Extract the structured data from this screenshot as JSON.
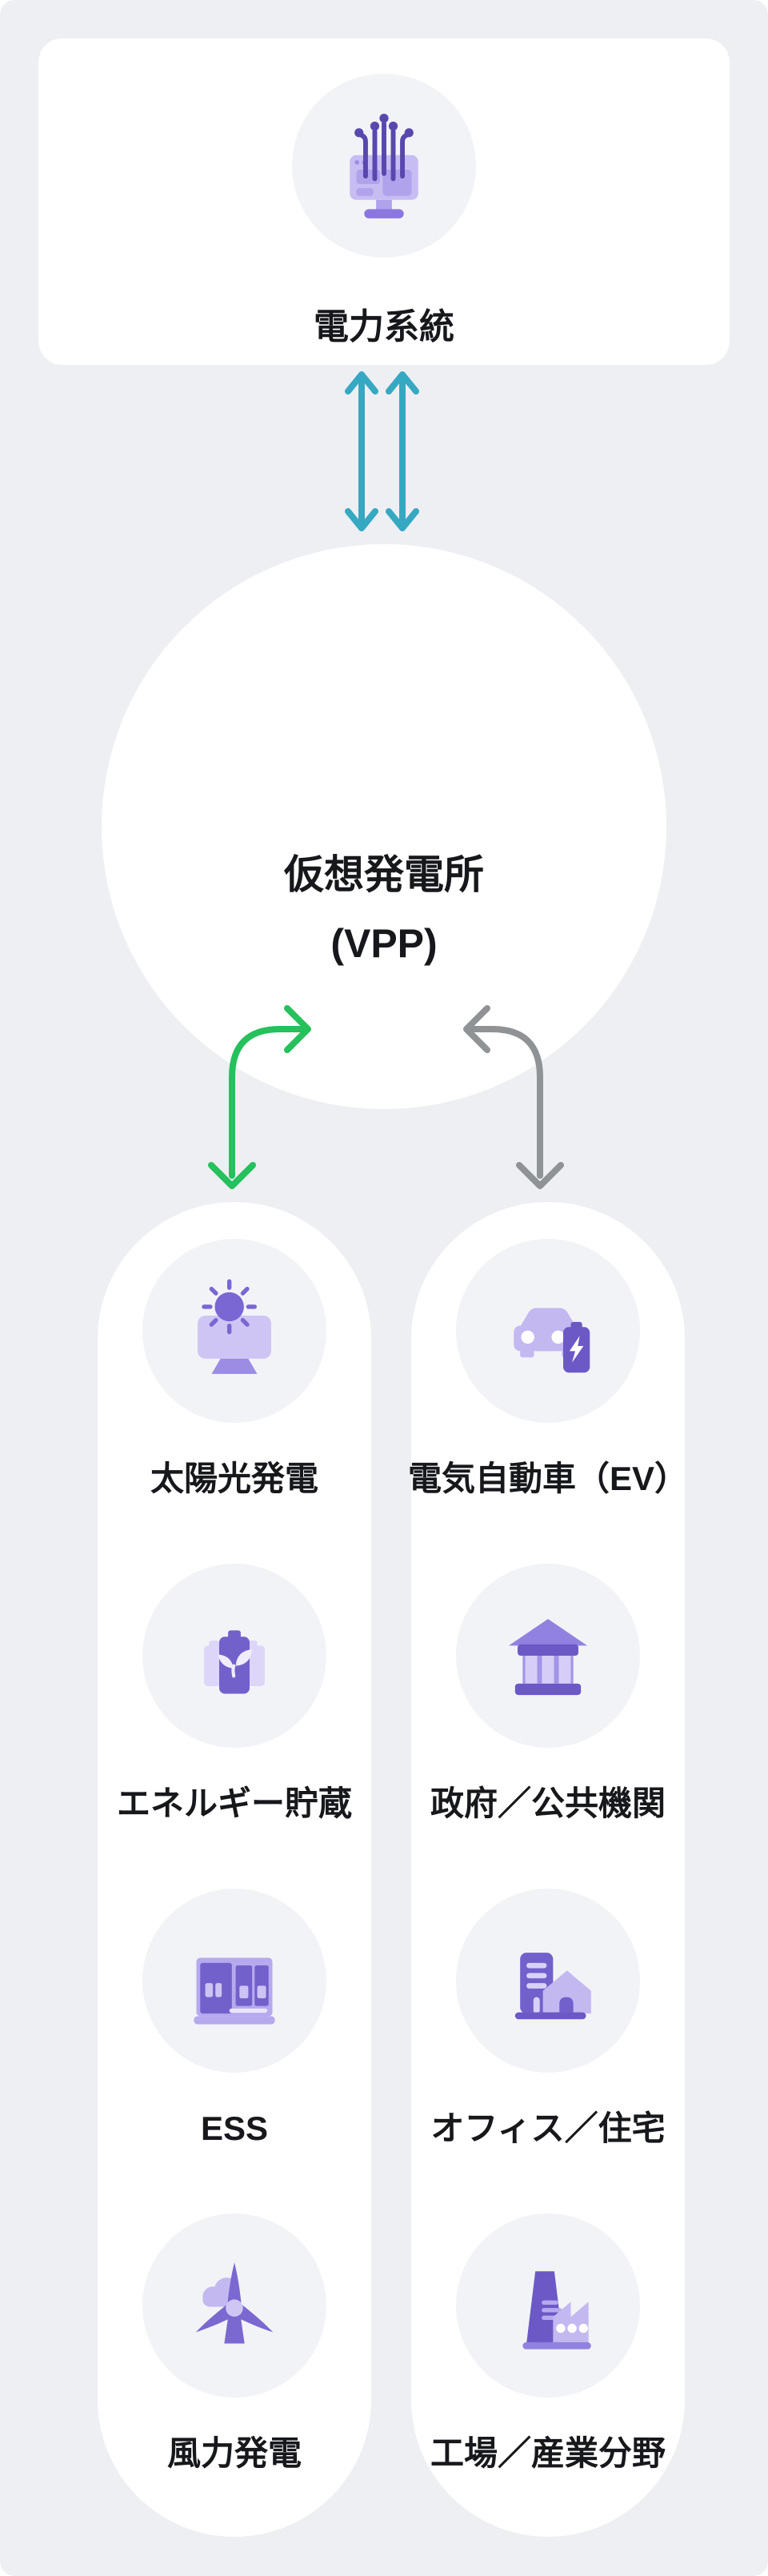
{
  "colors": {
    "page_background": "#ffffff",
    "panel_background": "#edeff3",
    "card_background": "#ffffff",
    "icon_circle_background": "#f2f3f7",
    "text": "#17181c",
    "grid_link_arrows": "#36a8c2",
    "supply_arrow": "#26c05c",
    "demand_arrow": "#909396",
    "purple_lightest": "#ddd6f8",
    "purple_light": "#c4b8f1",
    "purple_mid_light": "#b1a2ec",
    "purple_mid": "#9181e0",
    "purple_dark": "#7261cb",
    "purple_darkest": "#5848ae"
  },
  "grid_card": {
    "label": "電力系統",
    "icon": "smart-grid-icon"
  },
  "grid_link": {
    "type": "two-bidirectional-vertical-arrows",
    "color": "#36a8c2"
  },
  "vpp": {
    "name_line1": "仮想発電所",
    "name_line2": "(VPP)"
  },
  "flows": {
    "left_arrow": {
      "icon": "supply-arrow",
      "color": "#26c05c",
      "heads": [
        "right-into-vpp",
        "down-into-left-column"
      ]
    },
    "right_arrow": {
      "icon": "demand-arrow",
      "color": "#909396",
      "heads": [
        "left-into-vpp",
        "down-into-right-column"
      ]
    }
  },
  "columns": {
    "left": {
      "nodes": [
        {
          "label": "太陽光発電",
          "icon": "solar-power-icon"
        },
        {
          "label": "エネルギー貯蔵",
          "icon": "energy-storage-icon"
        },
        {
          "label": "ESS",
          "icon": "ess-icon"
        },
        {
          "label": "風力発電",
          "icon": "wind-turbine-icon"
        }
      ]
    },
    "right": {
      "nodes": [
        {
          "label": "電気自動車（EV）",
          "icon": "ev-charging-icon"
        },
        {
          "label": "政府／公共機関",
          "icon": "government-building-icon"
        },
        {
          "label": "オフィス／住宅",
          "icon": "office-house-icon"
        },
        {
          "label": "工場／産業分野",
          "icon": "factory-icon"
        }
      ]
    }
  }
}
